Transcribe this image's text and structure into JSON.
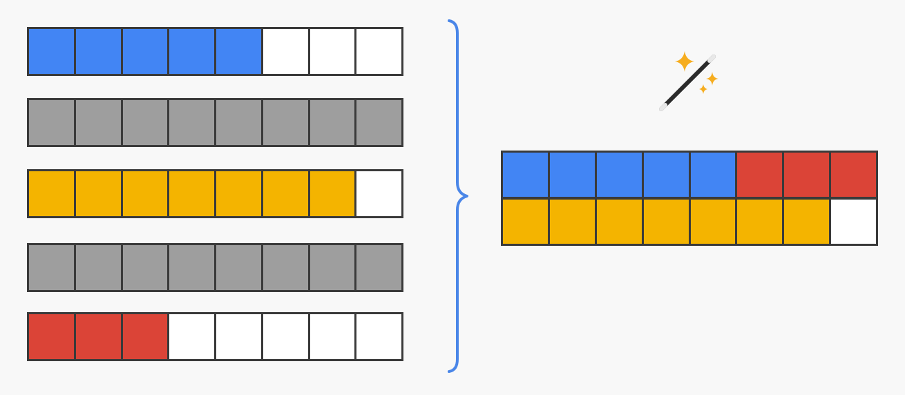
{
  "colors": {
    "blue": "#4285f4",
    "gray": "#9e9e9e",
    "yellow": "#f4b400",
    "red": "#db4437",
    "white": "#ffffff",
    "border": "#3a3a3a",
    "brace": "#4a86e8",
    "sparkle": "#f6ad1f"
  },
  "input_arrays": [
    {
      "name": "blue-array",
      "cells": [
        "blue",
        "blue",
        "blue",
        "blue",
        "blue",
        "white",
        "white",
        "white"
      ]
    },
    {
      "name": "gray-array-1",
      "cells": [
        "gray",
        "gray",
        "gray",
        "gray",
        "gray",
        "gray",
        "gray",
        "gray"
      ]
    },
    {
      "name": "yellow-array",
      "cells": [
        "yellow",
        "yellow",
        "yellow",
        "yellow",
        "yellow",
        "yellow",
        "yellow",
        "white"
      ]
    },
    {
      "name": "gray-array-2",
      "cells": [
        "gray",
        "gray",
        "gray",
        "gray",
        "gray",
        "gray",
        "gray",
        "gray"
      ]
    },
    {
      "name": "red-array",
      "cells": [
        "red",
        "red",
        "red",
        "white",
        "white",
        "white",
        "white",
        "white"
      ]
    }
  ],
  "output_arrays": [
    {
      "name": "packed-row-1",
      "cells": [
        "blue",
        "blue",
        "blue",
        "blue",
        "blue",
        "red",
        "red",
        "red"
      ]
    },
    {
      "name": "packed-row-2",
      "cells": [
        "yellow",
        "yellow",
        "yellow",
        "yellow",
        "yellow",
        "yellow",
        "yellow",
        "white"
      ]
    }
  ],
  "icons": {
    "brace": "curly-brace-icon",
    "wand": "magic-wand-icon"
  }
}
